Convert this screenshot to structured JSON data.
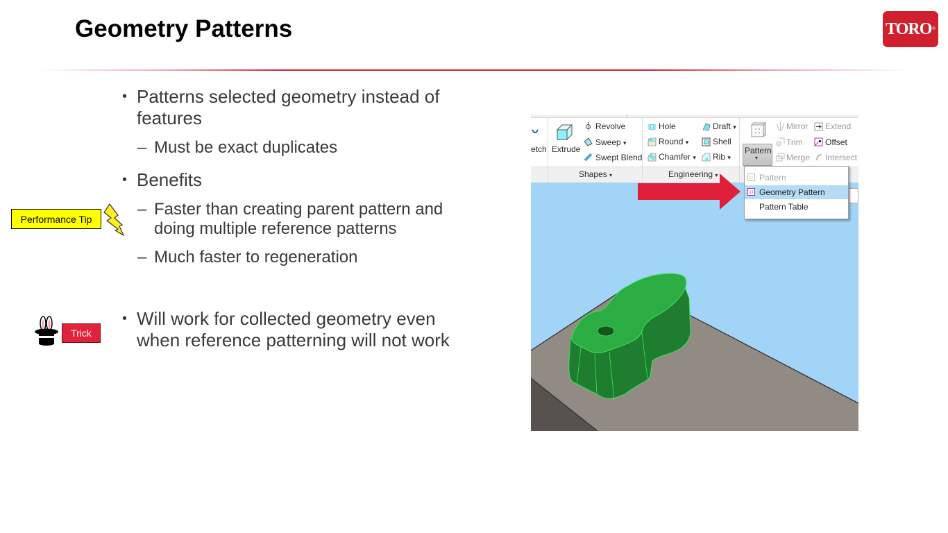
{
  "slide": {
    "title": "Geometry Patterns",
    "logo_text": "TORO",
    "logo_mark": "®",
    "accent_color": "#d21d32"
  },
  "bullets": [
    {
      "level": 1,
      "lines": [
        "Patterns selected geometry instead of",
        "features"
      ]
    },
    {
      "level": 2,
      "lines": [
        "Must be exact duplicates"
      ]
    },
    {
      "level": 1,
      "lines": [
        "Benefits"
      ]
    },
    {
      "level": 2,
      "lines": [
        "Faster than creating parent pattern and",
        "doing multiple reference patterns"
      ]
    },
    {
      "level": 2,
      "lines": [
        "Much faster to regeneration"
      ]
    },
    {
      "level": 1,
      "lines": [
        "Will work for collected geometry even",
        "when reference patterning will not work"
      ]
    }
  ],
  "bullet_glyph": "•",
  "dash_glyph": "–",
  "callouts": {
    "performance_tip": {
      "label": "Performance Tip",
      "color": "#ffff00",
      "icon": "lightning-bolt-icon"
    },
    "trick": {
      "label": "Trick",
      "color": "#e0223a",
      "icon": "magic-hat-rabbit-icon"
    }
  },
  "screenshot": {
    "ribbon": {
      "partial_sketch": "etch",
      "extrude": "Extrude",
      "shapes": {
        "revolve": "Revolve",
        "sweep": "Sweep",
        "swept_blend": "Swept Blend",
        "group_label": "Shapes"
      },
      "engineering": {
        "hole": "Hole",
        "round": "Round",
        "chamfer": "Chamfer",
        "draft": "Draft",
        "shell": "Shell",
        "rib": "Rib",
        "group_label": "Engineering"
      },
      "editing": {
        "pattern": "Pattern",
        "mirror": "Mirror",
        "trim": "Trim",
        "merge": "Merge",
        "extend": "Extend",
        "offset": "Offset",
        "intersect": "Intersect"
      },
      "dropdown_caret": "▾"
    },
    "pattern_menu": [
      {
        "label": "Pattern",
        "state": "disabled"
      },
      {
        "label": "Geometry Pattern",
        "state": "highlighted"
      },
      {
        "label": "Pattern Table",
        "state": "normal"
      }
    ],
    "viewport_bg": "#a2d4f7",
    "model_color": "#2bad43",
    "plate_color": "#928b84"
  }
}
